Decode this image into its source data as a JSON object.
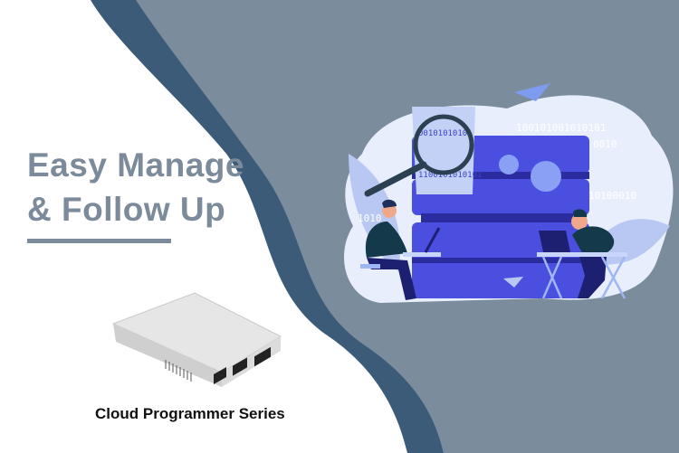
{
  "headline": {
    "line1": "Easy Manage",
    "line2": "& Follow Up"
  },
  "product_caption": "Cloud Programmer Series",
  "illustration": {
    "binary": [
      "100101001010101",
      "0010",
      "1010",
      "00101010101",
      "10100010",
      "1100101010101"
    ]
  },
  "colors": {
    "background": "#7b8c9d",
    "band": "#3b5b78",
    "text": "#7b8b9b",
    "server": "#4a4fe0"
  }
}
